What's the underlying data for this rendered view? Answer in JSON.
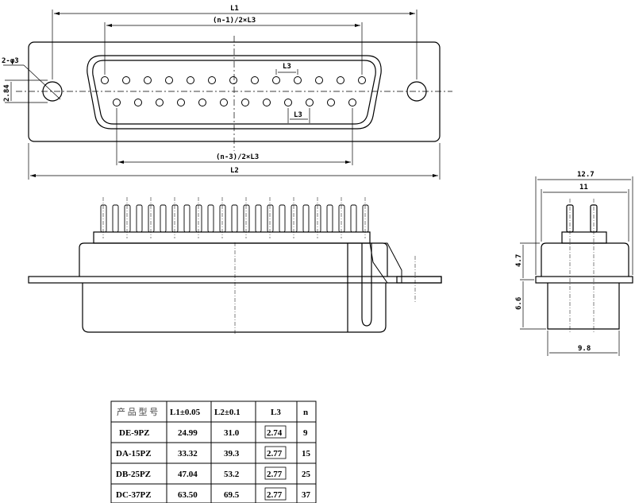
{
  "dims": {
    "L1": "L1",
    "L2": "L2",
    "L3": "L3",
    "n_minus_1": "(n-1)/2×L3",
    "n_minus_3": "(n-3)/2×L3",
    "holes": "2-φ3",
    "offset": "2.84",
    "w_12_7": "12.7",
    "w_11": "11",
    "w_9_8": "9.8",
    "h_4_7": "4.7",
    "h_6_6": "6.6"
  },
  "table": {
    "headers": [
      "产 品 型 号",
      "L1±0.05",
      "L2±0.1",
      "L3",
      "n"
    ],
    "rows": [
      [
        "DE-9PZ",
        "24.99",
        "31.0",
        "2.74",
        "9"
      ],
      [
        "DA-15PZ",
        "33.32",
        "39.3",
        "2.77",
        "15"
      ],
      [
        "DB-25PZ",
        "47.04",
        "53.2",
        "2.77",
        "25"
      ],
      [
        "DC-37PZ",
        "63.50",
        "69.5",
        "2.77",
        "37"
      ]
    ]
  }
}
